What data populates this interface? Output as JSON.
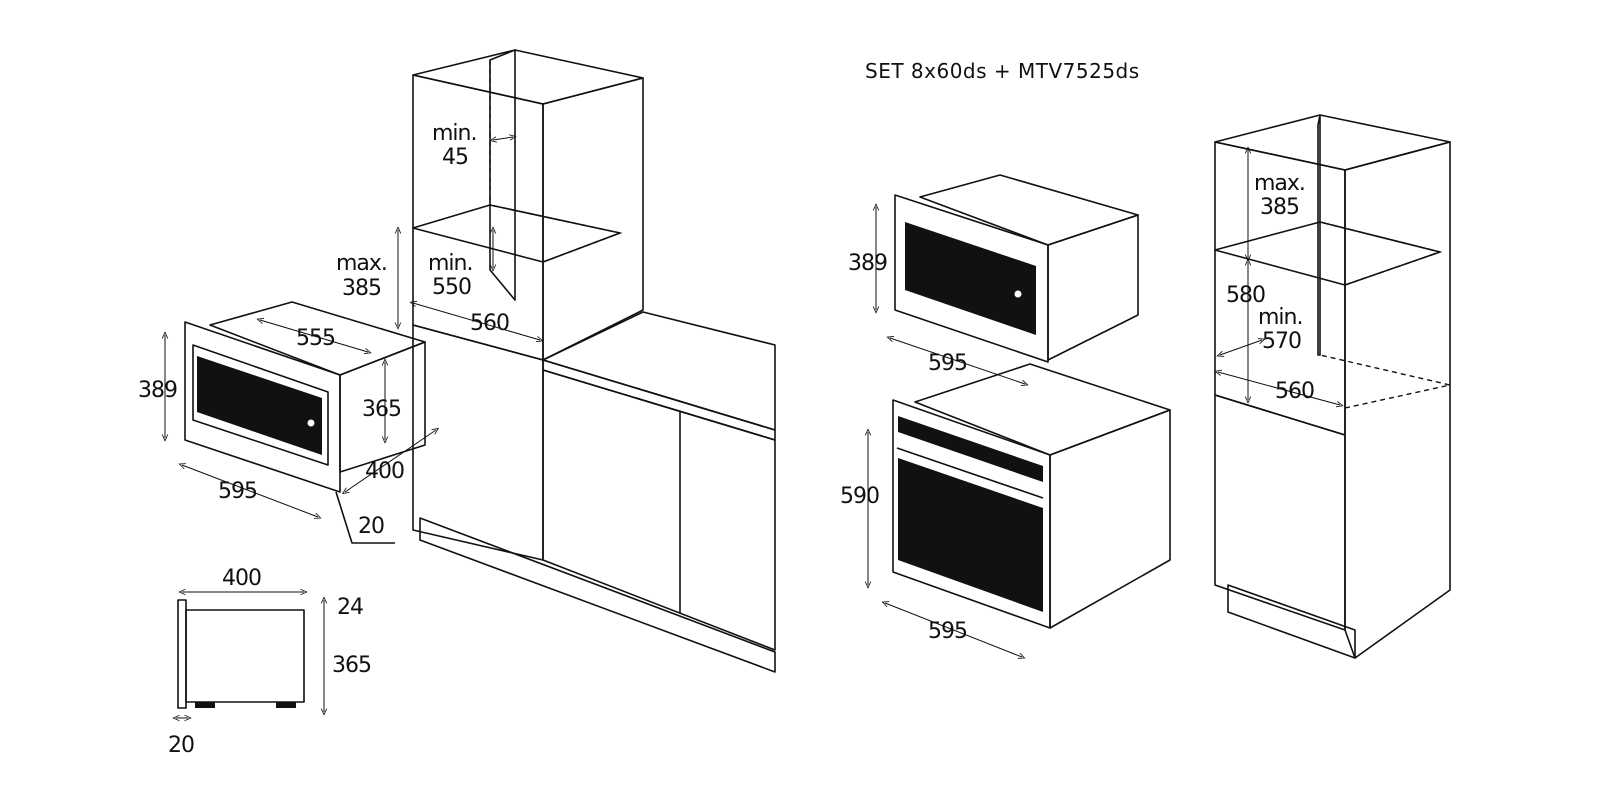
{
  "title": "SET 8x60ds + MTV7525ds",
  "colors": {
    "interior": "#d9d9d9",
    "side": "#e4e4e4",
    "worktop": "#9a9a9a",
    "window": "#111111",
    "plinth": "#cfcfcf"
  },
  "left_installation": {
    "cabinet_top_gap": {
      "label": "min.",
      "value": "45"
    },
    "niche_height": {
      "label": "max.",
      "value": "385"
    },
    "niche_min": {
      "label": "min.",
      "value": "550"
    },
    "niche_depth": "560",
    "microwave": {
      "width": "595",
      "height": "389",
      "depth_top": "555",
      "body_height": "365",
      "body_depth": "400",
      "frame_depth": "20"
    }
  },
  "side_view": {
    "depth": "400",
    "top_offset": "24",
    "body_height": "365",
    "frame": "20"
  },
  "right_installation": {
    "microwave": {
      "height": "389",
      "width": "595"
    },
    "oven": {
      "height": "590",
      "width": "595"
    },
    "cabinet": {
      "top_label": "max.",
      "top_value": "385",
      "niche_height": "580",
      "min_label": "min.",
      "min_value": "570",
      "depth": "560"
    }
  }
}
